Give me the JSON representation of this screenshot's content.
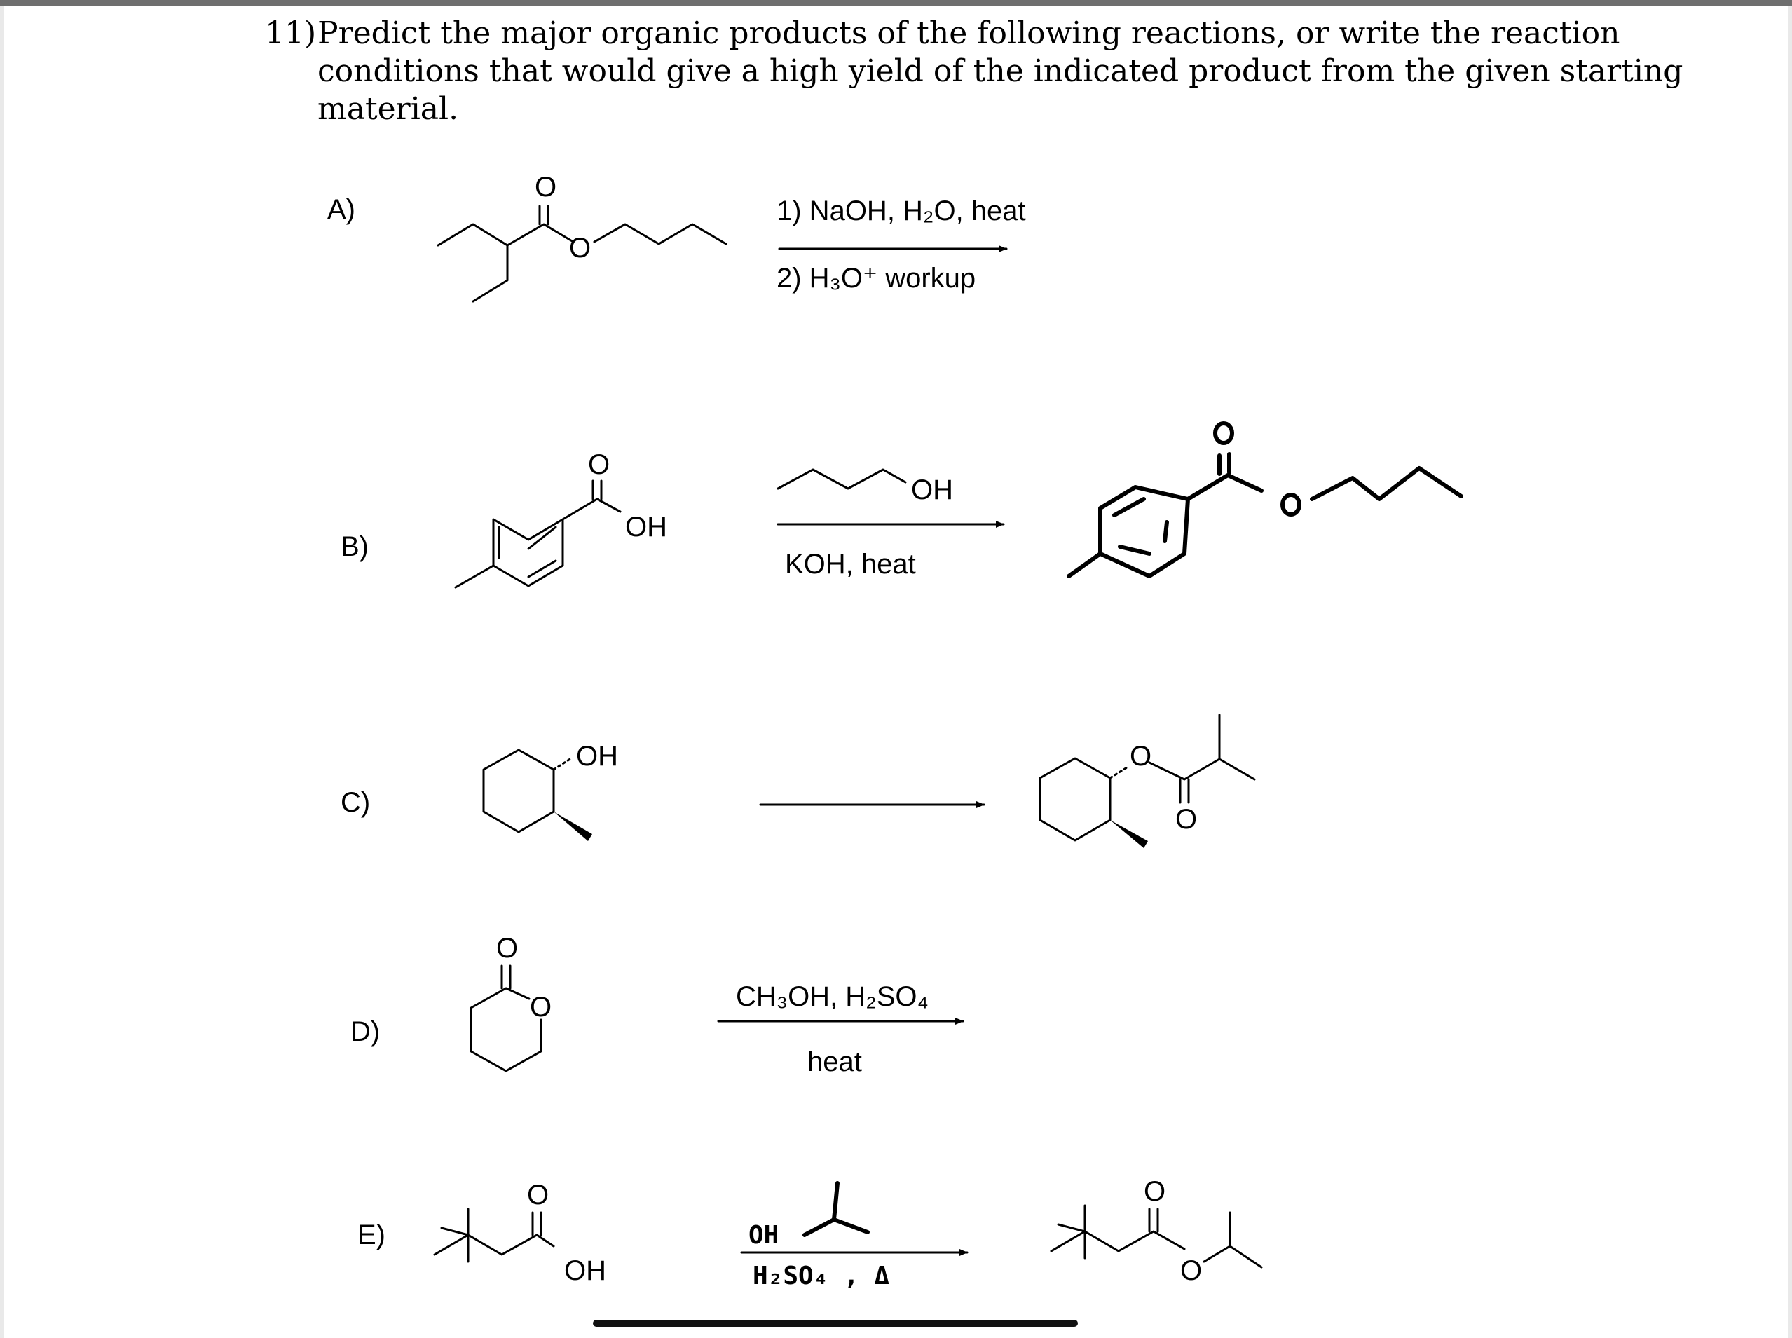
{
  "question": {
    "number": "11)",
    "line1": "Predict the major organic products of the following reactions, or write the reaction",
    "line2": "conditions that would give a high yield of the indicated product from the given starting",
    "line3": "material."
  },
  "reactions": {
    "A": {
      "label": "A)",
      "reagent1": "1) NaOH, H₂O, heat",
      "reagent2": "2) H₃O⁺ workup"
    },
    "B": {
      "label": "B)",
      "reagent_above": "OH",
      "reagent_below": "KOH, heat"
    },
    "C": {
      "label": "C)"
    },
    "D": {
      "label": "D)",
      "reagent_above": "CH₃OH, H₂SO₄",
      "reagent_below": "heat"
    },
    "E": {
      "label": "E)",
      "reagent_above": "OH",
      "reagent_below": "H₂SO₄ , Δ"
    }
  },
  "atoms": {
    "oxygen": "O",
    "hydroxyl": "OH"
  }
}
